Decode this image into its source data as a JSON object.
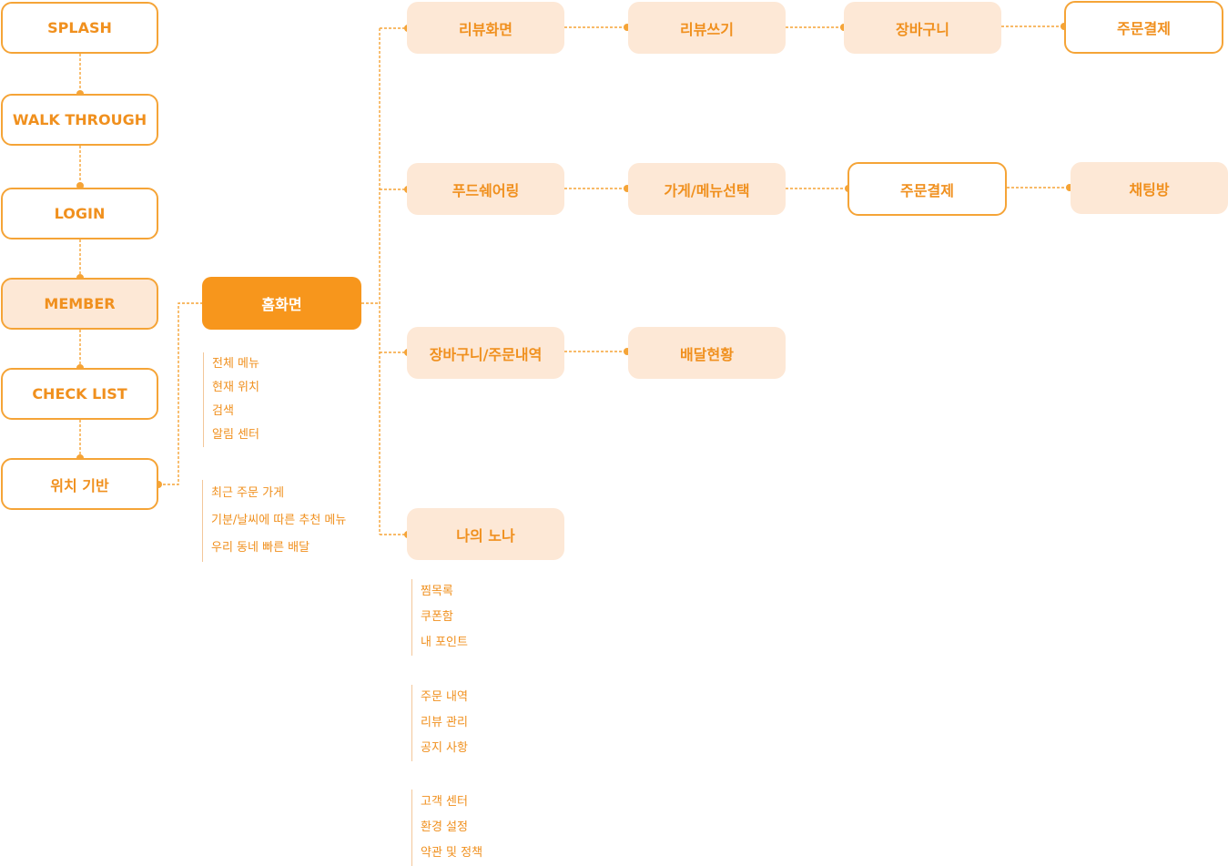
{
  "colors": {
    "accent": "#f7961c",
    "node_fill": "#fde8d6",
    "line": "#f5a437",
    "text": "#f0901e"
  },
  "nodes": {
    "splash": "SPLASH",
    "walk_through": "WALK THROUGH",
    "login": "LOGIN",
    "member": "MEMBER",
    "check_list": "CHECK LIST",
    "location": "위치 기반",
    "home": "홈화면",
    "review_screen": "리뷰화면",
    "write_review": "리뷰쓰기",
    "cart_1": "장바구니",
    "checkout_1": "주문결제",
    "food_sharing": "푸드쉐어링",
    "store_menu": "가게/메뉴선택",
    "checkout_2": "주문결제",
    "chat_room": "채팅방",
    "cart_orders": "장바구니/주문내역",
    "delivery_status": "배달현황",
    "my_nona": "나의 노나"
  },
  "home_items": {
    "group1": [
      "전체 메뉴",
      "현재 위치",
      "검색",
      "알림 센터"
    ],
    "group2": [
      "최근 주문 가게",
      "기분/날씨에 따른 추천 메뉴",
      "우리 동네 빠른 배달"
    ]
  },
  "my_items": {
    "group1": [
      "찜목록",
      "쿠폰함",
      "내 포인트"
    ],
    "group2": [
      "주문 내역",
      "리뷰 관리",
      "공지 사항"
    ],
    "group3": [
      "고객 센터",
      "환경 설정",
      "약관 및 정책"
    ]
  }
}
